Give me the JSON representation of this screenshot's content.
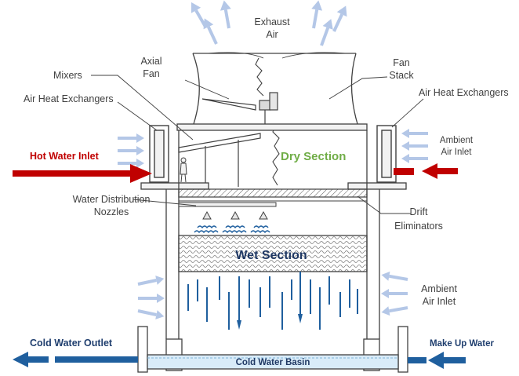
{
  "labels": {
    "exhaust_air": [
      "Exhaust",
      "Air"
    ],
    "axial_fan": [
      "Axial",
      "Fan"
    ],
    "fan_stack": [
      "Fan",
      "Stack"
    ],
    "mixers": "Mixers",
    "air_heat_exchangers_left": "Air Heat Exchangers",
    "air_heat_exchangers_right": "Air Heat Exchangers",
    "ambient_air_inlet_top": [
      "Ambient",
      "Air Inlet"
    ],
    "ambient_air_inlet_bottom": [
      "Ambient",
      "Air Inlet"
    ],
    "hot_water_inlet": "Hot Water Inlet",
    "dry_section": "Dry Section",
    "water_distribution_nozzles": [
      "Water Distribution",
      "Nozzles"
    ],
    "drift_eliminators": [
      "Drift",
      "Eliminators"
    ],
    "wet_section": "Wet Section",
    "cold_water_outlet": "Cold Water Outlet",
    "make_up_water": "Make Up Water",
    "cold_water_basin": "Cold Water Basin"
  },
  "colors": {
    "hot_water": "#c00000",
    "cold_water": "#1f5f9e",
    "dry_section": "#70ad47",
    "wet_section": "#1f3864",
    "air_arrows": "#b4c7e7",
    "structure": "#404040",
    "basin_fill": "#d9ecf9"
  }
}
